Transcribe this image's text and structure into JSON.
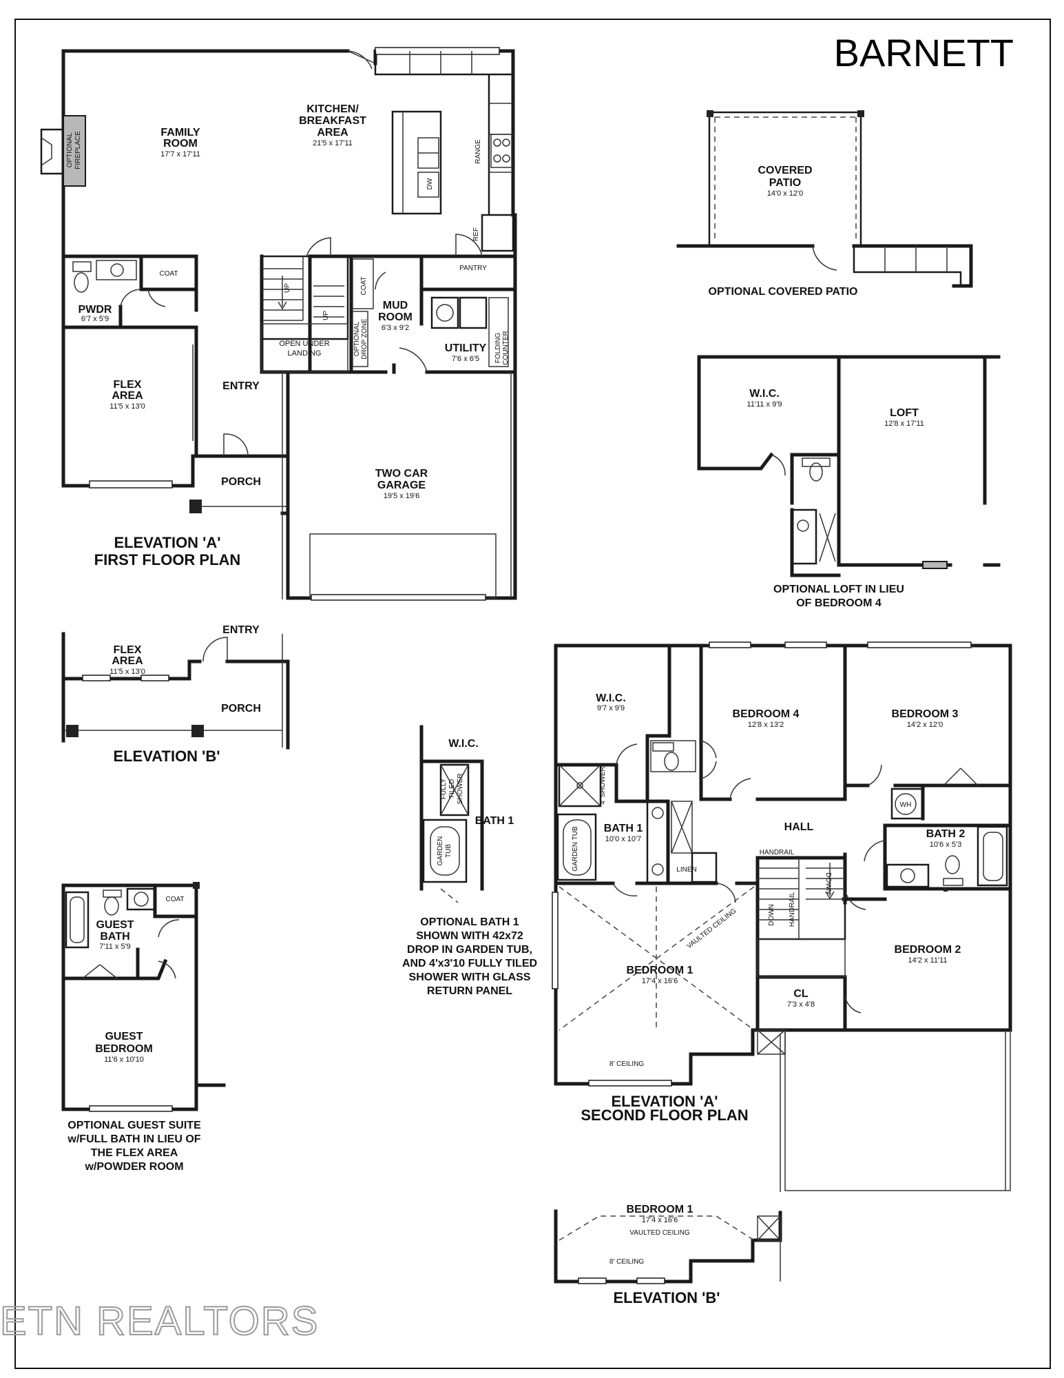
{
  "title": "BARNETT",
  "watermark": "ETN REALTORS",
  "rooms": {
    "family_room": {
      "name_l1": "FAMILY",
      "name_l2": "ROOM",
      "dim": "17'7 x 17'11"
    },
    "kitchen": {
      "name_l1": "KITCHEN/",
      "name_l2": "BREAKFAST",
      "name_l3": "AREA",
      "dim": "21'5 x 17'11"
    },
    "flex": {
      "name_l1": "FLEX",
      "name_l2": "AREA",
      "dim": "11'5 x 13'0"
    },
    "pwdr": {
      "name": "PWDR",
      "dim": "6'7 x 5'9"
    },
    "mud": {
      "name_l1": "MUD",
      "name_l2": "ROOM",
      "dim": "6'3 x 9'2"
    },
    "utility": {
      "name": "UTILITY",
      "dim": "7'6 x 6'5"
    },
    "garage": {
      "name_l1": "TWO CAR",
      "name_l2": "GARAGE",
      "dim": "19'5 x 19'6"
    },
    "covered_patio": {
      "name_l1": "COVERED",
      "name_l2": "PATIO",
      "dim": "14'0 x 12'0"
    },
    "loft_wic": {
      "name": "W.I.C.",
      "dim": "11'11 x 9'9"
    },
    "loft": {
      "name": "LOFT",
      "dim": "12'8 x 17'11"
    },
    "b_flex": {
      "name_l1": "FLEX",
      "name_l2": "AREA",
      "dim": "11'5 x 13'0"
    },
    "guest_bath": {
      "name_l1": "GUEST",
      "name_l2": "BATH",
      "dim": "7'11 x 5'9"
    },
    "guest_bed": {
      "name_l1": "GUEST",
      "name_l2": "BEDROOM",
      "dim": "11'6 x 10'10"
    },
    "wic2": {
      "name": "W.I.C.",
      "dim": "9'7 x 9'9"
    },
    "bed4": {
      "name": "BEDROOM 4",
      "dim": "12'8 x 13'2"
    },
    "bed3": {
      "name": "BEDROOM 3",
      "dim": "14'2 x 12'0"
    },
    "bath1": {
      "name": "BATH 1",
      "dim": "10'0 x 10'7"
    },
    "bath2": {
      "name": "BATH 2",
      "dim": "10'6 x 5'3"
    },
    "bed1": {
      "name": "BEDROOM 1",
      "dim": "17'4 x 16'6"
    },
    "bed2": {
      "name": "BEDROOM 2",
      "dim": "14'2 x 11'11"
    },
    "cl": {
      "name": "CL",
      "dim": "7'3 x 4'8"
    },
    "bed1_b": {
      "name": "BEDROOM 1",
      "dim": "17'4 x 16'6"
    }
  },
  "labels": {
    "optional_fireplace_l1": "OPTIONAL",
    "optional_fireplace_l2": "FIREPLACE",
    "coat": "COAT",
    "coat2": "COAT",
    "coat3": "COAT",
    "up": "UP",
    "up2": "UP",
    "open_under_l1": "OPEN UNDER",
    "open_under_l2": "LANDING",
    "drop_zone_l1": "OPTIONAL",
    "drop_zone_l2": "DROP ZONE",
    "pantry": "PANTRY",
    "range": "RANGE",
    "dw": "DW",
    "ref": "REF",
    "folding_l1": "FOLDING",
    "folding_l2": "COUNTER",
    "entry": "ENTRY",
    "porch": "PORCH",
    "entry_b": "ENTRY",
    "porch_b": "PORCH",
    "bath1_wic": "W.I.C.",
    "bath1_label": "BATH 1",
    "fully_tiled_l1": "FULLY",
    "fully_tiled_l2": "TILED",
    "fully_tiled_l3": "SHOWER",
    "garden_tub_l1": "GARDEN",
    "garden_tub_l2": "TUB",
    "shower_4": "4' SHOWER",
    "garden_tub2": "GARDEN TUB",
    "linen": "LINEN",
    "hall": "HALL",
    "handrail": "HANDRAIL",
    "handrail2": "HANDRAIL",
    "down": "DOWN",
    "down2": "DOWN",
    "wh": "WH",
    "vaulted": "VAULTED CEILING",
    "vaulted_b": "VAULTED CEILING",
    "ceiling_8": "8' CEILING",
    "ceiling_8_b": "8' CEILING"
  },
  "captions": {
    "first_l1": "ELEVATION 'A'",
    "first_l2": "FIRST FLOOR PLAN",
    "elev_b": "ELEVATION 'B'",
    "opt_patio": "OPTIONAL COVERED PATIO",
    "opt_loft_l1": "OPTIONAL LOFT IN LIEU",
    "opt_loft_l2": "OF BEDROOM 4",
    "opt_guest_l1": "OPTIONAL GUEST SUITE",
    "opt_guest_l2": "w/FULL BATH IN LIEU OF",
    "opt_guest_l3": "THE FLEX AREA",
    "opt_guest_l4": "w/POWDER ROOM",
    "opt_bath_l1": "OPTIONAL BATH 1",
    "opt_bath_l2": "SHOWN WITH 42x72",
    "opt_bath_l3": "DROP IN GARDEN TUB,",
    "opt_bath_l4": "AND 4'x3'10 FULLY TILED",
    "opt_bath_l5": "SHOWER WITH GLASS",
    "opt_bath_l6": "RETURN PANEL",
    "second_l1": "ELEVATION 'A'",
    "second_l2": "SECOND FLOOR PLAN",
    "elev_b2": "ELEVATION 'B'"
  }
}
